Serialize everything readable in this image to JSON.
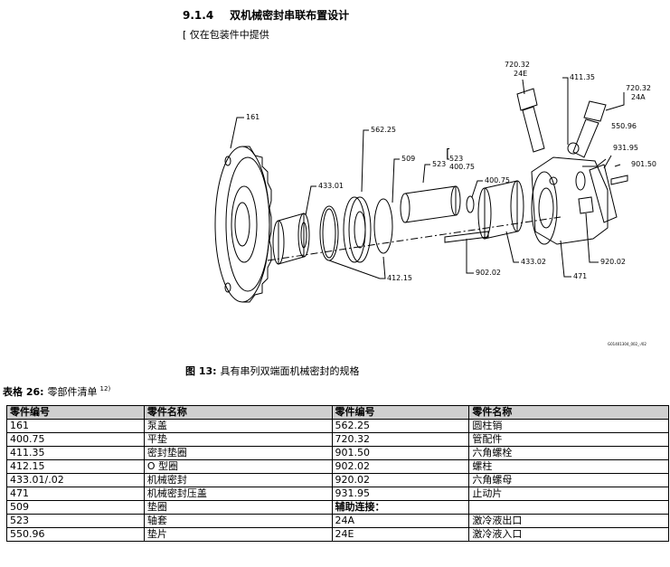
{
  "section": {
    "number": "9.1.4",
    "title": "双机械密封串联布置设计"
  },
  "note": "[ 仅在包装件中提供",
  "figure": {
    "label": "图 13:",
    "caption": "具有串列双端面机械密封的规格",
    "drawing_id": "G01401304_002_-/02",
    "callouts": [
      "161",
      "433.01",
      "562.25",
      "509",
      "523",
      "523",
      "400.75",
      "400.75",
      "412.15",
      "902.02",
      "433.02",
      "471",
      "720.32",
      "24E",
      "411.35",
      "720.32",
      "24A",
      "550.96",
      "931.95",
      "901.50",
      "920.02"
    ]
  },
  "table": {
    "label": "表格 26:",
    "caption": "零部件清单",
    "footnote": "12)",
    "headers": [
      "零件编号",
      "零件名称",
      "零件编号",
      "零件名称"
    ],
    "rows": [
      [
        "161",
        "泵盖",
        "562.25",
        "圆柱销"
      ],
      [
        "400.75",
        "平垫",
        "720.32",
        "管配件"
      ],
      [
        "411.35",
        "密封垫圈",
        "901.50",
        "六角螺栓"
      ],
      [
        "412.15",
        "O 型圈",
        "902.02",
        "螺柱"
      ],
      [
        "433.01/.02",
        "机械密封",
        "920.02",
        "六角螺母"
      ],
      [
        "471",
        "机械密封压盖",
        "931.95",
        "止动片"
      ],
      [
        "509",
        "垫圈",
        "辅助连接：",
        ""
      ],
      [
        "523",
        "轴套",
        "24A",
        "激冷液出口"
      ],
      [
        "550.96",
        "垫片",
        "24E",
        "激冷液入口"
      ]
    ]
  }
}
